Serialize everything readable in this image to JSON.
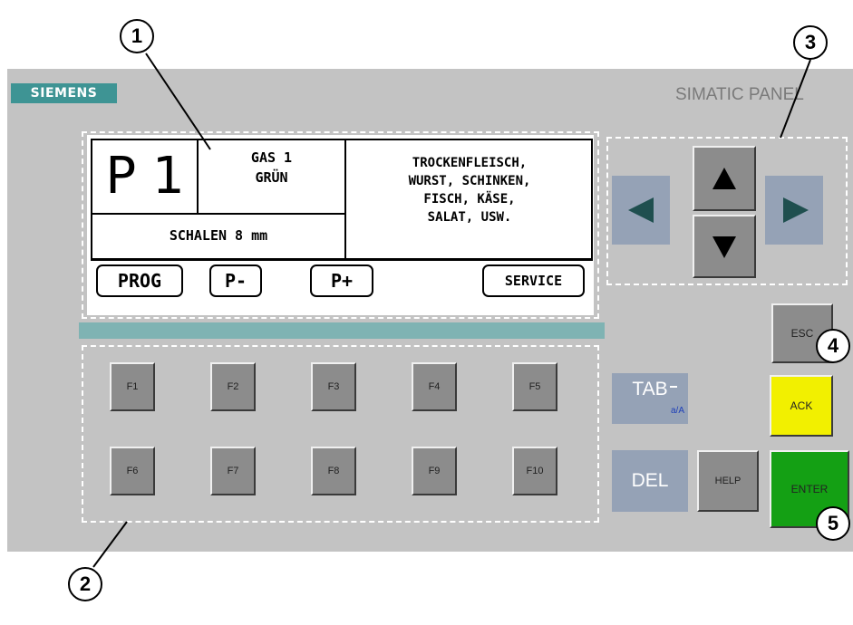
{
  "panel": {
    "brand": "SIEMENS",
    "model": "SIMATIC PANEL"
  },
  "screen": {
    "program": "P 1",
    "gas_line1": "GAS 1",
    "gas_line2": "GRÜN",
    "tray": "SCHALEN 8 mm",
    "products": [
      "TROCKENFLEISCH,",
      "WURST, SCHINKEN,",
      "FISCH, KÄSE,",
      "SALAT, USW."
    ],
    "softkeys": {
      "prog": "PROG",
      "p_minus": "P-",
      "p_plus": "P+",
      "service": "SERVICE"
    }
  },
  "function_keys": [
    "F1",
    "F2",
    "F3",
    "F4",
    "F5",
    "F6",
    "F7",
    "F8",
    "F9",
    "F10"
  ],
  "keys": {
    "esc": "ESC",
    "ack": "ACK",
    "enter": "ENTER",
    "help": "HELP",
    "tab": "TAB",
    "tab_sub": "a/A",
    "del": "DEL"
  },
  "callouts": [
    "1",
    "2",
    "3",
    "4",
    "5"
  ],
  "colors": {
    "panel": "#c3c3c3",
    "brand": "#3e9494",
    "ack": "#f2f000",
    "enter": "#14a014",
    "nav": "#95a2b6"
  },
  "icons": [
    "arrow-left-icon",
    "arrow-up-icon",
    "arrow-down-icon",
    "arrow-right-icon"
  ]
}
